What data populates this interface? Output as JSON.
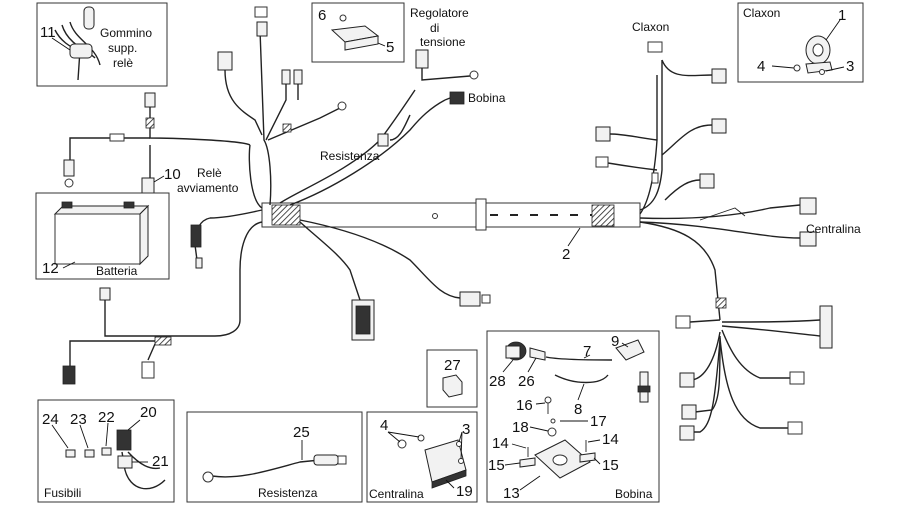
{
  "labels": {
    "gommino": [
      "Gommino",
      "supp.",
      "relè"
    ],
    "regolatore": [
      "Regolatore",
      "di",
      "tensione"
    ],
    "claxon_top": "Claxon",
    "claxon_box": "Claxon",
    "bobina_top": "Bobina",
    "resistenza_top": "Resistenza",
    "rele": [
      "Relè",
      "avviamento"
    ],
    "batteria": "Batteria",
    "centralina_right": "Centralina",
    "fusibili": "Fusibili",
    "resistenza_box": "Resistenza",
    "centralina_box": "Centralina",
    "bobina_box": "Bobina"
  },
  "numbers": {
    "n1": "1",
    "n2": "2",
    "n3a": "3",
    "n3b": "3",
    "n4a": "4",
    "n4b": "4",
    "n5": "5",
    "n6": "6",
    "n7": "7",
    "n8": "8",
    "n9": "9",
    "n10": "10",
    "n11": "11",
    "n12": "12",
    "n13": "13",
    "n14a": "14",
    "n14b": "14",
    "n15a": "15",
    "n15b": "15",
    "n16": "16",
    "n17": "17",
    "n18": "18",
    "n19": "19",
    "n20": "20",
    "n21": "21",
    "n22": "22",
    "n23": "23",
    "n24": "24",
    "n25": "25",
    "n26": "26",
    "n27": "27",
    "n28": "28"
  }
}
